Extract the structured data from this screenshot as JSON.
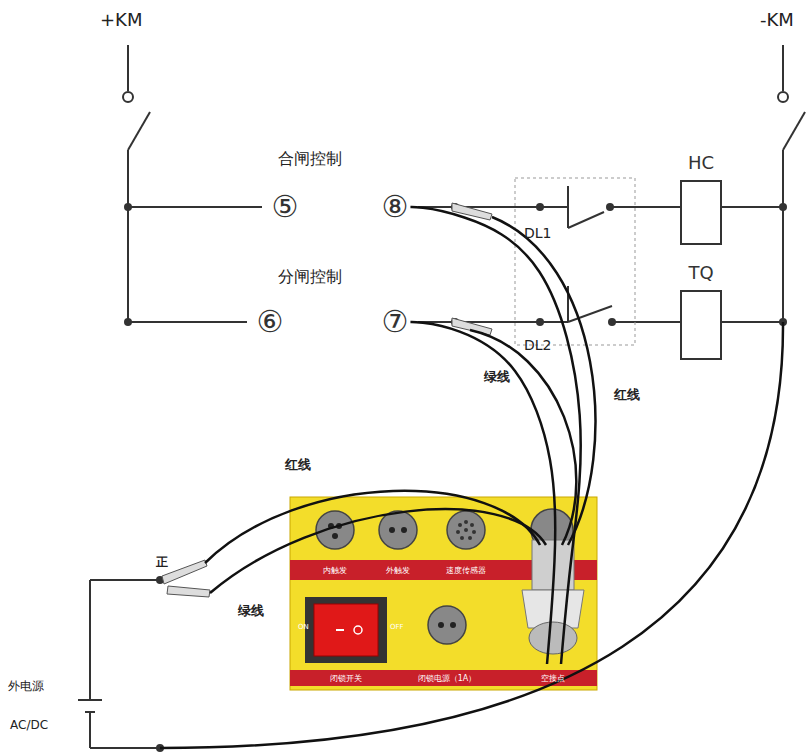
{
  "diagram": {
    "nodes": [
      {
        "text": [
          "⑤"
        ]
      },
      {
        "text": [
          "⑧"
        ]
      },
      {
        "text": [
          "⑥"
        ]
      },
      {
        "text": [
          "⑦"
        ]
      },
      {
        "text": [
          "HC"
        ]
      },
      {
        "text": [
          "TQ"
        ]
      },
      {
        "text": [
          "内触发"
        ]
      },
      {
        "text": [
          "外触发"
        ]
      },
      {
        "text": [
          "速度传感器"
        ]
      },
      {
        "text": [
          "闭锁开关"
        ]
      },
      {
        "text": [
          "闭锁电源（1A）"
        ]
      },
      {
        "text": [
          "空接点"
        ]
      }
    ],
    "edges": [
      {
        "from": 1,
        "to": 11,
        "arrow": "none"
      },
      {
        "from": 3,
        "to": 11,
        "arrow": "none"
      }
    ],
    "labels": [
      "+KM",
      "-KM",
      "合闸控制",
      "分闸控制",
      "DL1",
      "DL2",
      "绿线",
      "红线",
      "红线",
      "绿线",
      "正",
      "外电源",
      "AC/DC",
      "ON",
      "OFF"
    ]
  }
}
